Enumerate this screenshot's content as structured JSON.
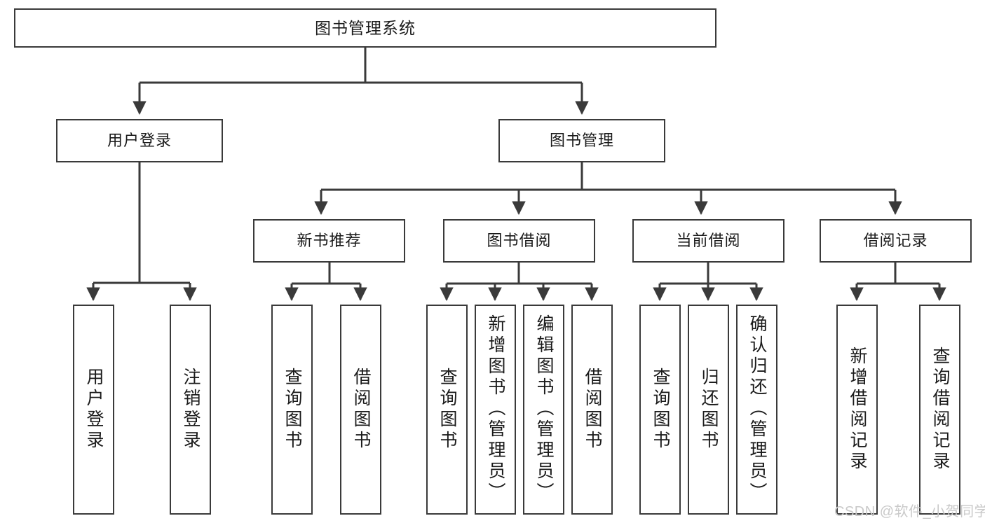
{
  "diagram": {
    "title": "图书管理系统",
    "type": "tree",
    "root": {
      "label": "图书管理系统"
    },
    "level2": [
      {
        "label": "用户登录"
      },
      {
        "label": "图书管理"
      }
    ],
    "level3": [
      {
        "label": "新书推荐"
      },
      {
        "label": "图书借阅"
      },
      {
        "label": "当前借阅"
      },
      {
        "label": "借阅记录"
      }
    ],
    "leaves": {
      "user_login": [
        {
          "label": "用户登录"
        },
        {
          "label": "注销登录"
        }
      ],
      "new_book": [
        {
          "label": "查询图书"
        },
        {
          "label": "借阅图书"
        }
      ],
      "book_borrow": [
        {
          "label": "查询图书"
        },
        {
          "label": "新增图书（管理员）"
        },
        {
          "label": "编辑图书（管理员）"
        },
        {
          "label": "借阅图书"
        }
      ],
      "current_borrow": [
        {
          "label": "查询图书"
        },
        {
          "label": "归还图书"
        },
        {
          "label": "确认归还（管理员）"
        }
      ],
      "borrow_record": [
        {
          "label": "新增借阅记录"
        },
        {
          "label": "查询借阅记录"
        }
      ]
    }
  },
  "watermark": {
    "text": "CSDN @软件_小贺同学"
  },
  "colors": {
    "stroke": "#3a3a3a",
    "background": "#ffffff",
    "text": "#1a1a1a",
    "watermark": "#c9c9c9"
  }
}
